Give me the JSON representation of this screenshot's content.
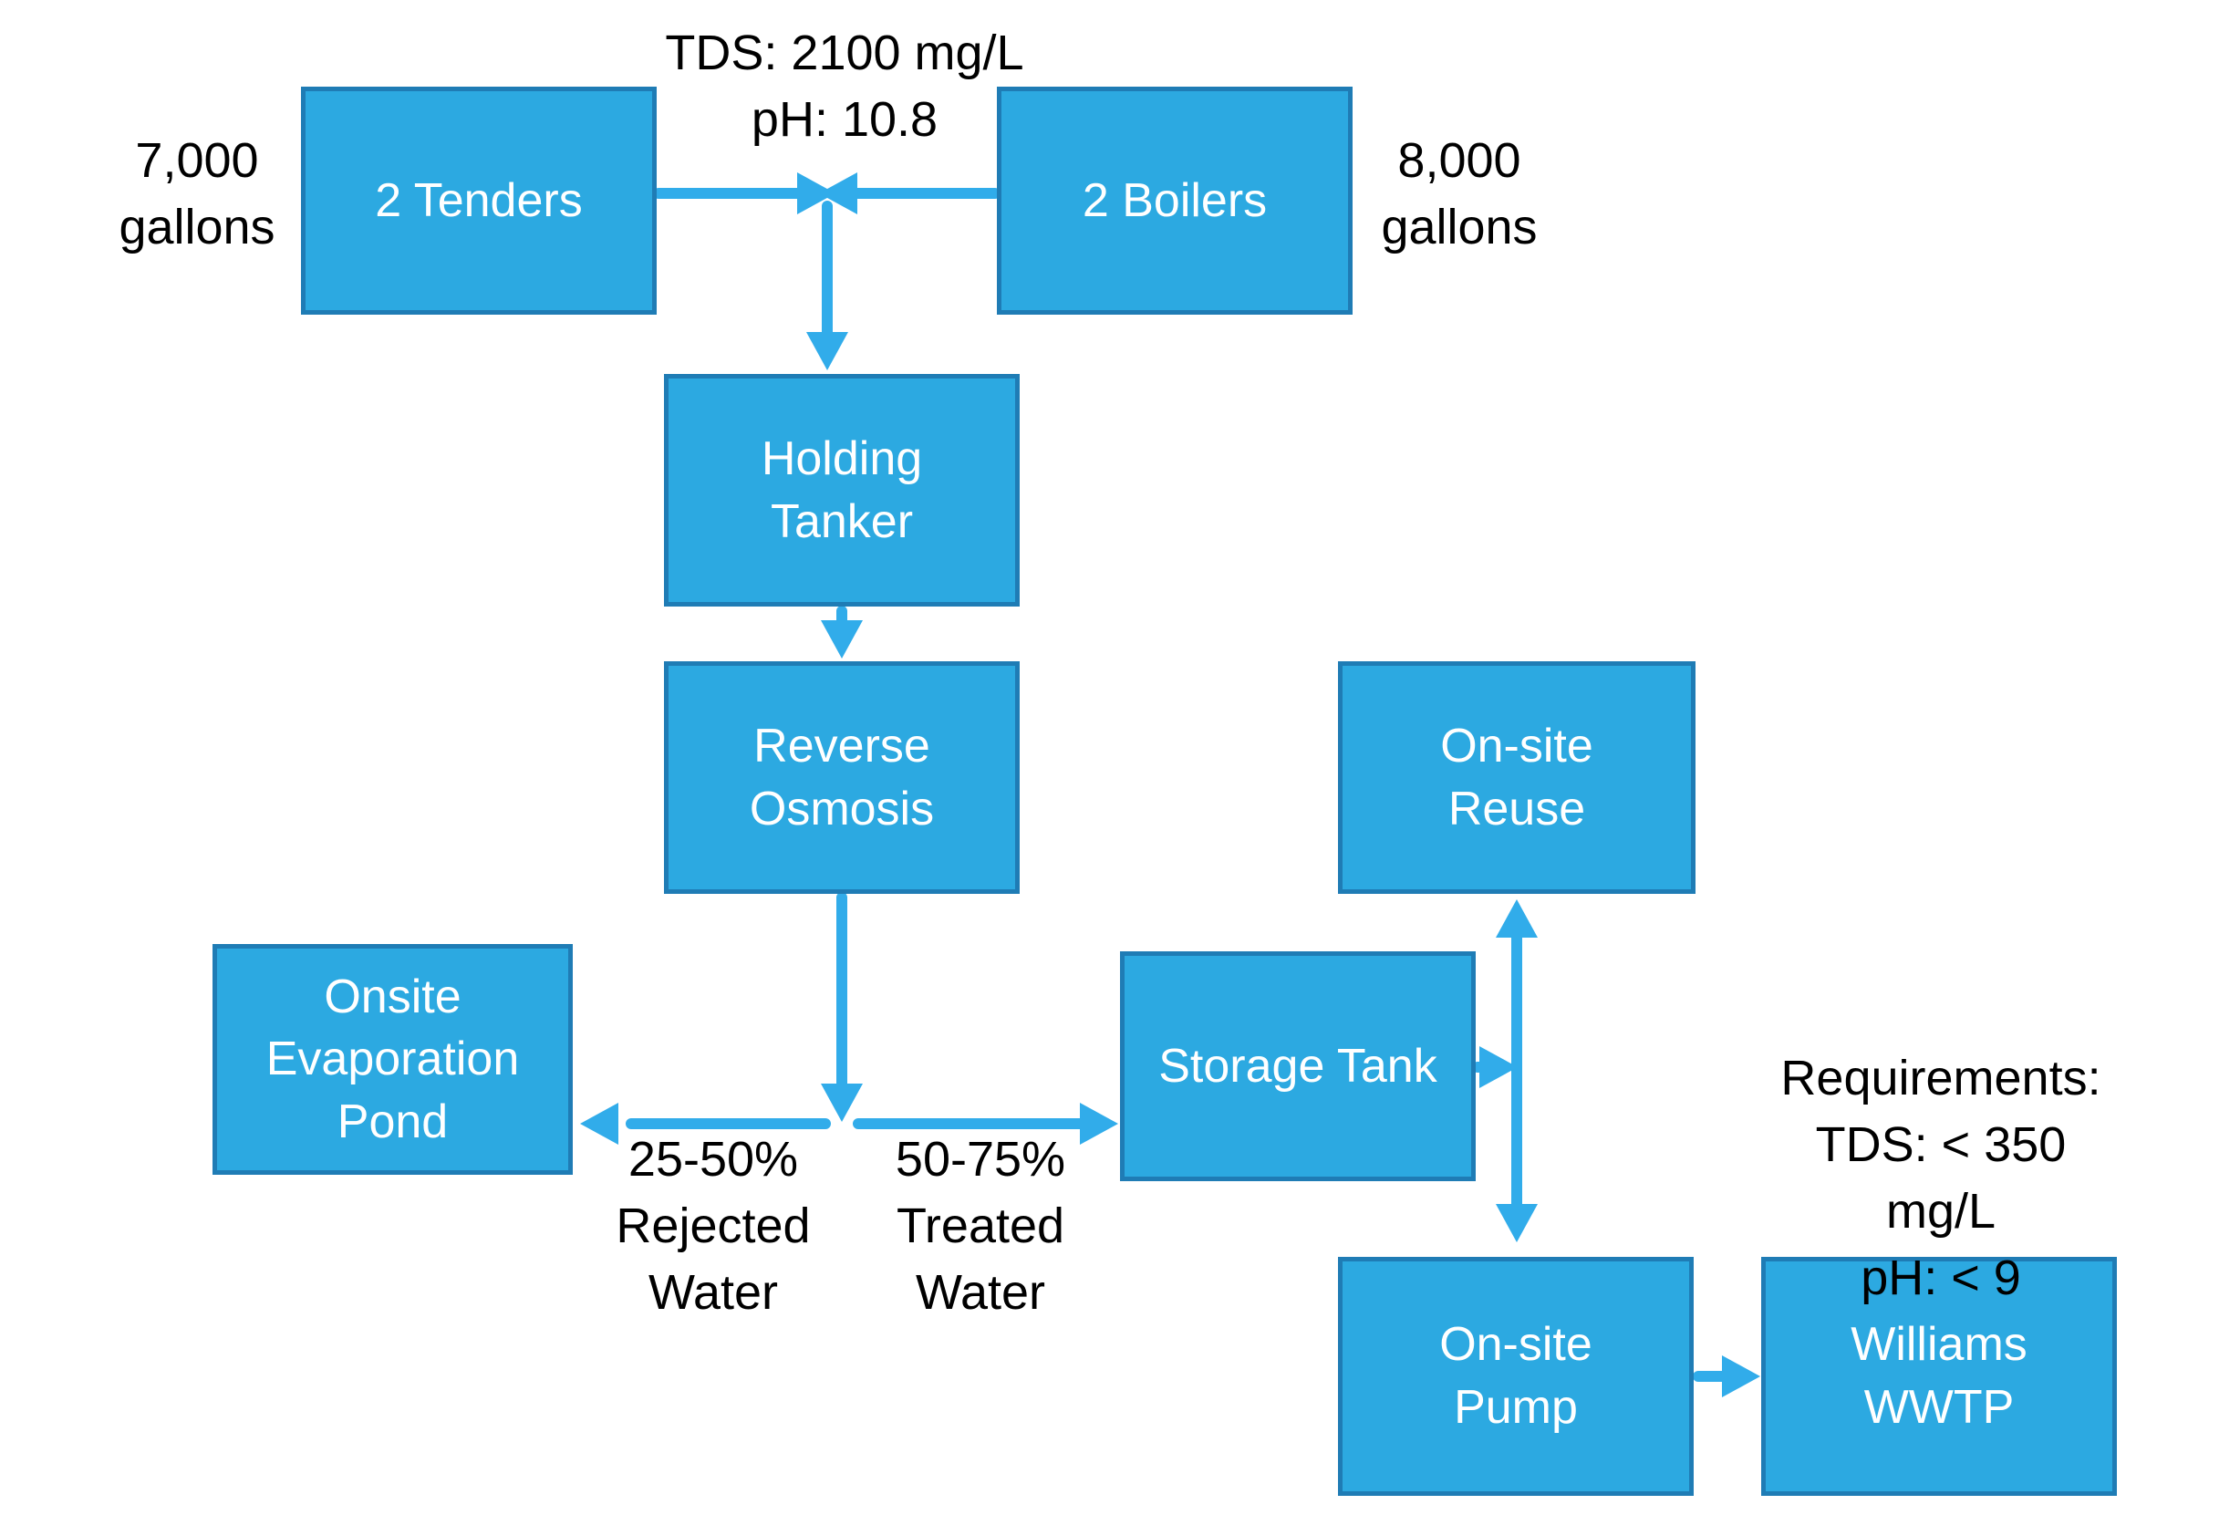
{
  "colors": {
    "box_fill": "#2CA9E1",
    "box_border": "#1F7CB5",
    "arrow": "#31ACEA",
    "box_text": "#FFFFFF",
    "label_text": "#000000",
    "background": "#FFFFFF"
  },
  "nodes": {
    "tenders": {
      "label": "2 Tenders"
    },
    "boilers": {
      "label": "2 Boilers"
    },
    "holding_tanker": {
      "label": "Holding\nTanker"
    },
    "reverse_osmosis": {
      "label": "Reverse\nOsmosis"
    },
    "evaporation_pond": {
      "label": "Onsite\nEvaporation\nPond"
    },
    "storage_tank": {
      "label": "Storage Tank"
    },
    "onsite_reuse": {
      "label": "On-site\nReuse"
    },
    "onsite_pump": {
      "label": "On-site\nPump"
    },
    "williams_wwtp": {
      "label": "Williams\nWWTP"
    }
  },
  "annotations": {
    "influent_quality": {
      "text": "TDS: 2100 mg/L\npH: 10.8"
    },
    "tenders_volume": {
      "text": "7,000\ngallons"
    },
    "boilers_volume": {
      "text": "8,000\ngallons"
    },
    "rejected_water": {
      "text": "25-50%\nRejected\nWater"
    },
    "treated_water": {
      "text": "50-75%\nTreated\nWater"
    },
    "requirements": {
      "text": "Requirements:\nTDS: < 350 mg/L\npH: < 9"
    }
  },
  "flow": [
    {
      "from": "2 Tenders",
      "to": "Holding Tanker"
    },
    {
      "from": "2 Boilers",
      "to": "Holding Tanker"
    },
    {
      "from": "Holding Tanker",
      "to": "Reverse Osmosis"
    },
    {
      "from": "Reverse Osmosis",
      "to": "Onsite Evaporation Pond",
      "label": "25-50% Rejected Water"
    },
    {
      "from": "Reverse Osmosis",
      "to": "Storage Tank",
      "label": "50-75% Treated Water"
    },
    {
      "from": "Storage Tank",
      "to": "On-site Reuse"
    },
    {
      "from": "Storage Tank",
      "to": "On-site Pump"
    },
    {
      "from": "On-site Pump",
      "to": "Williams WWTP"
    }
  ]
}
